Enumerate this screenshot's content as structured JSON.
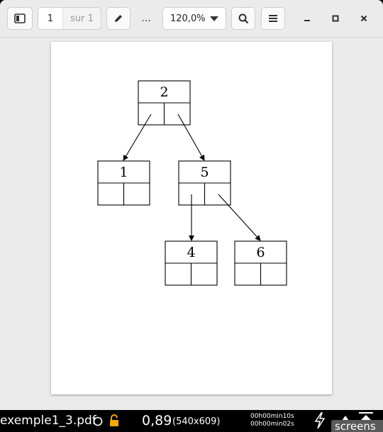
{
  "toolbar": {
    "current_page": "1",
    "page_of": "sur 1",
    "more_label": "...",
    "zoom": "120,0%"
  },
  "document": {
    "nodes": [
      {
        "id": "n2",
        "label": "2"
      },
      {
        "id": "n1",
        "label": "1"
      },
      {
        "id": "n5",
        "label": "5"
      },
      {
        "id": "n4",
        "label": "4"
      },
      {
        "id": "n6",
        "label": "6"
      }
    ]
  },
  "statusbar": {
    "filename": "exemple1_3.pdf",
    "value": "0,89",
    "resolution": "(540x609)",
    "timer_1": "00h00min10s",
    "timer_2": "00h00min02s",
    "app_label": "screens"
  },
  "icons": [
    "sidebar-toggle-icon",
    "pencil-icon",
    "search-icon",
    "hamburger-menu-icon",
    "minimize-icon",
    "maximize-icon",
    "close-icon",
    "circle-icon",
    "lock-icon",
    "lightning-icon",
    "eject-icon"
  ]
}
